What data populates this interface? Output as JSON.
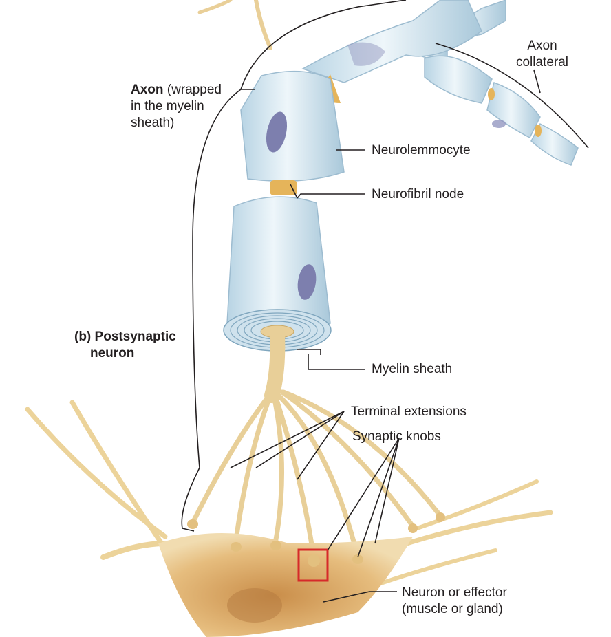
{
  "labels": {
    "axon_bold": "Axon",
    "axon_rest_1": " (wrapped",
    "axon_rest_2": "in the myelin",
    "axon_rest_3": "sheath)",
    "axon_collateral_1": "Axon",
    "axon_collateral_2": "collateral",
    "neurolemmocyte": "Neurolemmocyte",
    "neurofibril_node": "Neurofibril node",
    "postsynaptic_1": "(b) Postsynaptic",
    "postsynaptic_2": "neuron",
    "myelin_sheath": "Myelin sheath",
    "terminal_extensions": "Terminal extensions",
    "synaptic_knobs": "Synaptic knobs",
    "neuron_effector_1": "Neuron or effector",
    "neuron_effector_2": "(muscle or gland)"
  },
  "colors": {
    "myelin_fill": "#d6e8f2",
    "myelin_edge": "#8fb3c9",
    "nucleus": "#7d7fae",
    "node": "#e5b45a",
    "axon": "#ecd39a",
    "axon_edge": "#c9a866",
    "cell_body": "#e3b673",
    "highlight_box": "#d62a2a",
    "leader_line": "#231f20"
  }
}
